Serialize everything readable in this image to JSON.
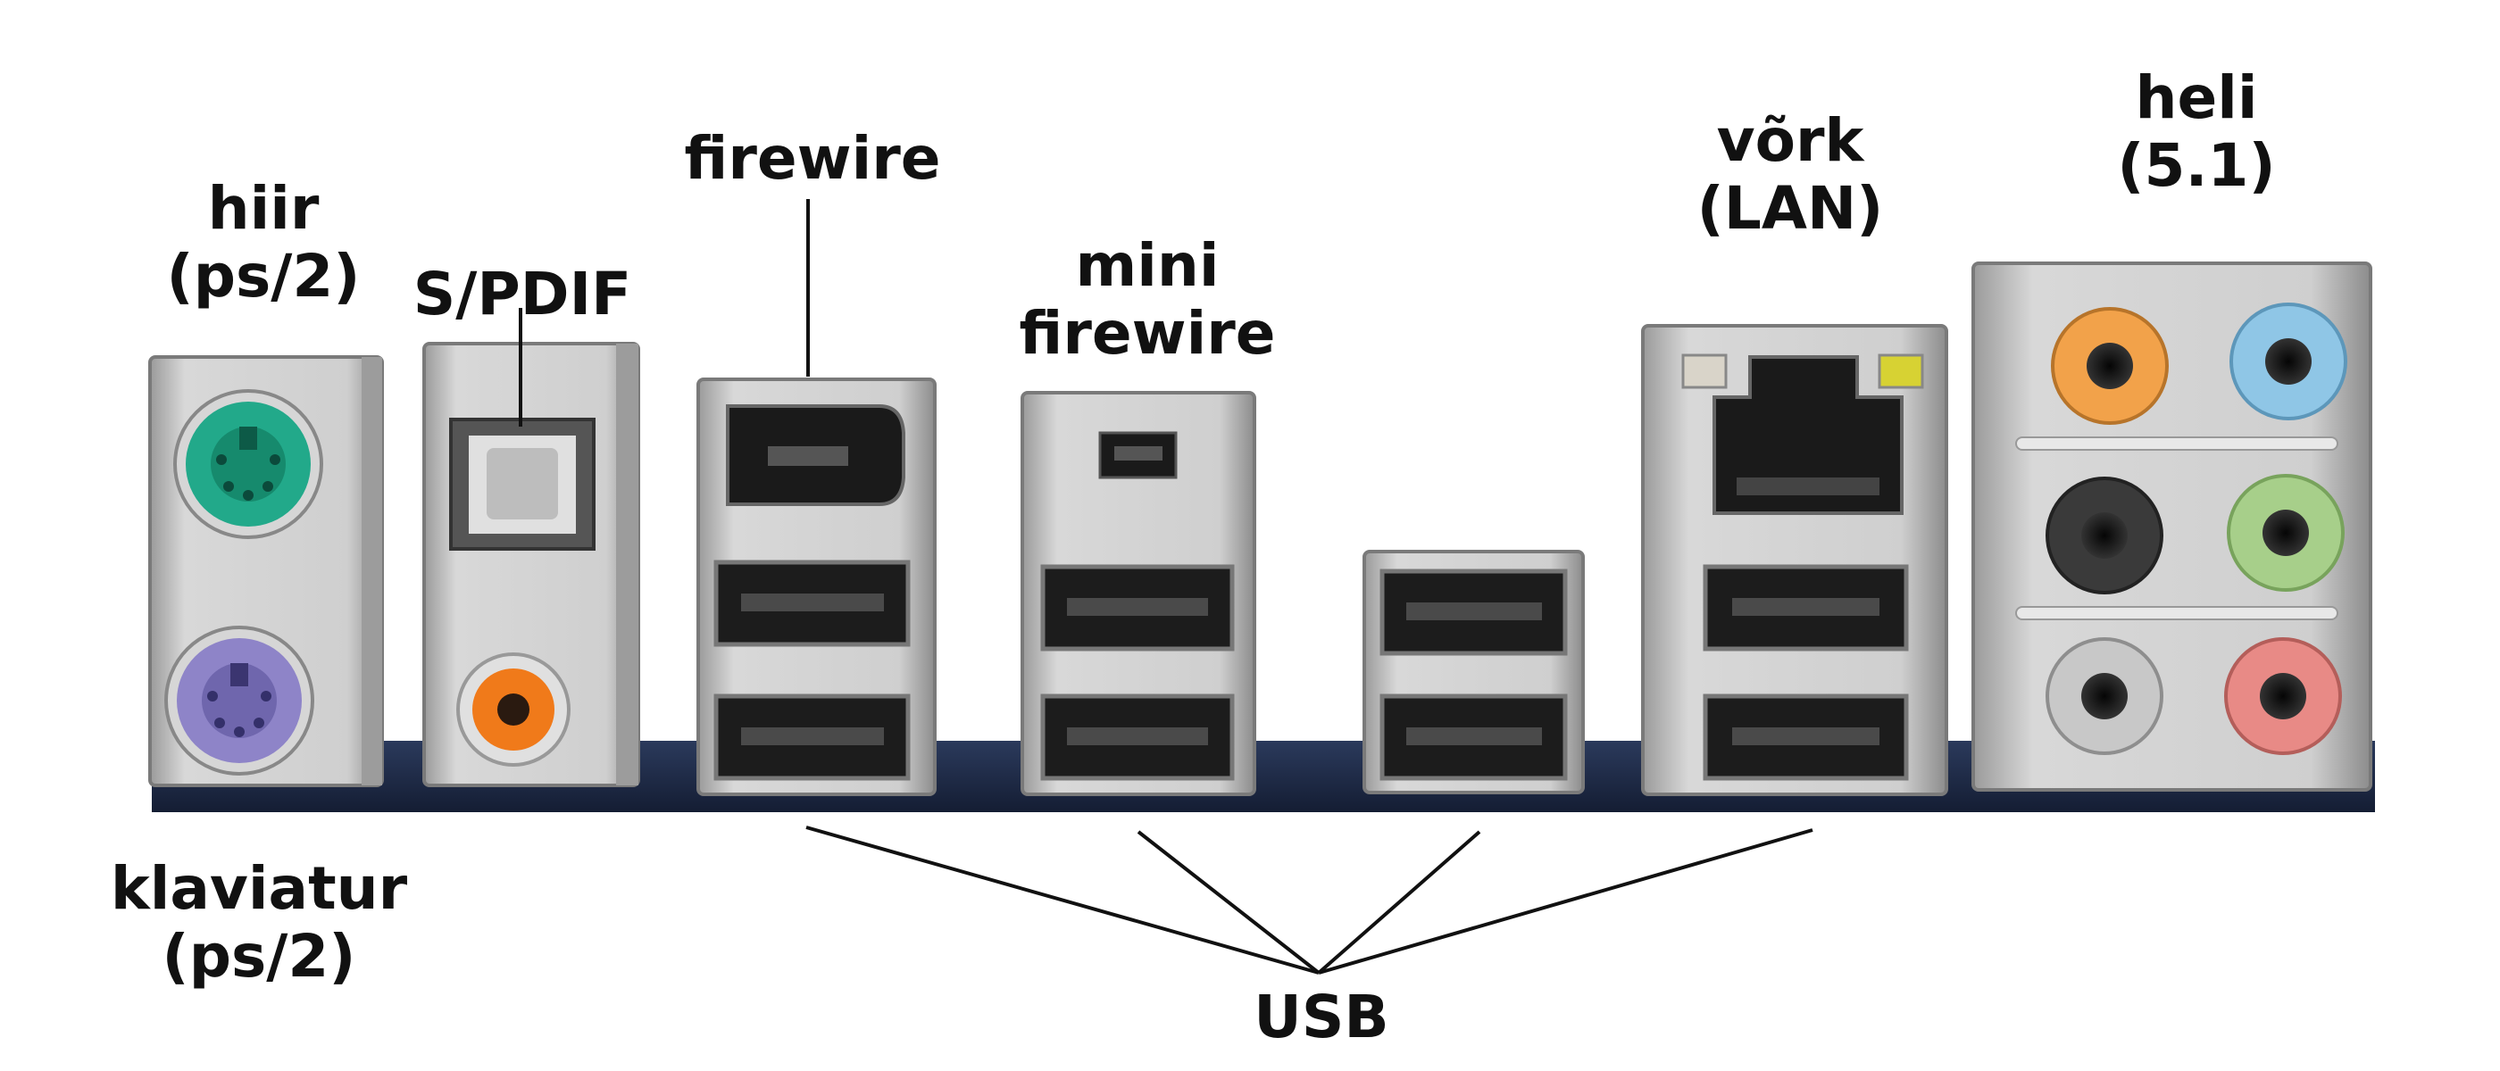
{
  "colors": {
    "chrome": "#c9c9c9",
    "chrome_dark": "#8f8f8f",
    "board": "#1f2d4a",
    "ps2_mouse": "#22a98a",
    "ps2_keyboard": "#8e84c8",
    "coax": "#f07a1a",
    "audio_orange": "#f2a24a",
    "audio_blue": "#8fc6e6",
    "audio_black": "#3a3a3a",
    "audio_green": "#a7cf8a",
    "audio_gray": "#c8c8c8",
    "audio_pink": "#e88a86",
    "led_left": "#d9d4c9",
    "led_right": "#d7d233",
    "label_text": "#111111"
  },
  "labels": {
    "mouse": [
      "hiir",
      "(ps/2)"
    ],
    "keyboard": [
      "klaviatur",
      "(ps/2)"
    ],
    "spdif": [
      "S/PDIF"
    ],
    "firewire": [
      "firewire"
    ],
    "mini_firewire": [
      "mini",
      "firewire"
    ],
    "network": [
      "võrk",
      "(LAN)"
    ],
    "audio": [
      "heli",
      "(5.1)"
    ],
    "usb": [
      "USB"
    ]
  },
  "ports": [
    {
      "name": "ps2-mouse-port",
      "icon": "ps2-mouse-icon"
    },
    {
      "name": "ps2-keyboard-port",
      "icon": "ps2-keyboard-icon"
    },
    {
      "name": "spdif-optical-port",
      "icon": "optical-icon"
    },
    {
      "name": "spdif-coax-port",
      "icon": "rca-icon"
    },
    {
      "name": "firewire-port",
      "icon": "firewire-icon"
    },
    {
      "name": "mini-firewire-port",
      "icon": "mini-firewire-icon"
    },
    {
      "name": "usb-port",
      "icon": "usb-icon"
    },
    {
      "name": "lan-port",
      "icon": "rj45-icon"
    },
    {
      "name": "audio-jack",
      "icon": "audio-jack-icon"
    }
  ]
}
